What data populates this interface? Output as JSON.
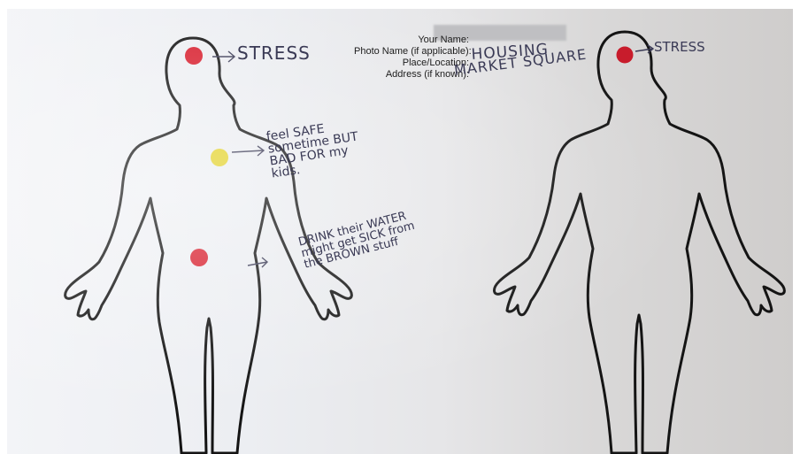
{
  "form": {
    "your_name_label": "Your Name:",
    "photo_name_label": "Photo Name (if applicable):",
    "place_label": "Place/Location:",
    "address_label": "Address (if known):",
    "photo_name_value": "HOUSING",
    "place_value": "MARKET SQUARE"
  },
  "left_figure": {
    "head_annotation": "STRESS",
    "chest_annotation": "feel SAFE sometime BUT BAD FOR my kids.",
    "belly_annotation": "DRINK their WATER might get SICK from the BROWN stuff",
    "dots": [
      {
        "location": "head",
        "color": "#d8202f"
      },
      {
        "location": "chest",
        "color": "#e3d22a"
      },
      {
        "location": "belly",
        "color": "#d8202f"
      }
    ]
  },
  "right_figure": {
    "head_annotation": "STRESS",
    "dots": [
      {
        "location": "head",
        "color": "#c81c2c"
      }
    ]
  }
}
